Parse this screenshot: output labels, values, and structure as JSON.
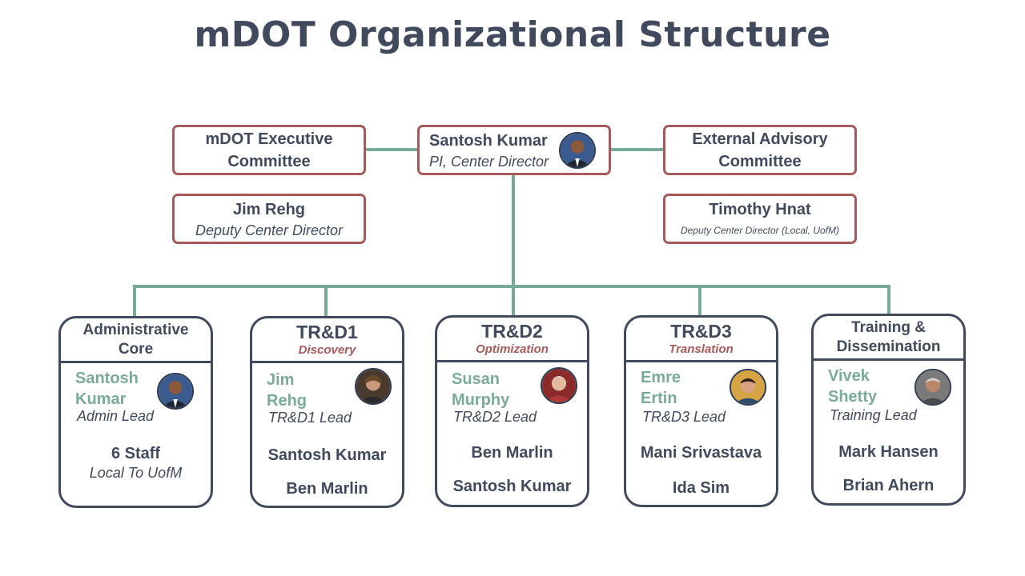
{
  "title": "mDOT Organizational Structure",
  "colors": {
    "text": "#414a5c",
    "box_border": "#a65a5a",
    "connector": "#78aa98",
    "lead_name": "#7aab97",
    "subtitle": "#a65a5a"
  },
  "top": {
    "executive": {
      "line1": "mDOT Executive",
      "line2": "Committee"
    },
    "director": {
      "name": "Santosh Kumar",
      "role": "PI, Center Director",
      "icon": "person-photo-icon"
    },
    "advisory": {
      "line1": "External Advisory",
      "line2": "Committee"
    },
    "deputy_left": {
      "name": "Jim Rehg",
      "role": "Deputy Center Director"
    },
    "deputy_right": {
      "name": "Timothy Hnat",
      "role": "Deputy Center Director (Local, UofM)"
    }
  },
  "teams": [
    {
      "title_line1": "Administrative",
      "title_line2": "Core",
      "subtitle": "",
      "lead_line1": "Santosh",
      "lead_line2": "Kumar",
      "lead_role": "Admin Lead",
      "member1": "6 Staff",
      "note": "Local To UofM",
      "member2": ""
    },
    {
      "title_line1": "TR&D1",
      "title_line2": "",
      "subtitle": "Discovery",
      "lead_line1": "Jim",
      "lead_line2": "Rehg",
      "lead_role": "TR&D1 Lead",
      "member1": "Santosh Kumar",
      "note": "",
      "member2": "Ben Marlin"
    },
    {
      "title_line1": "TR&D2",
      "title_line2": "",
      "subtitle": "Optimization",
      "lead_line1": "Susan",
      "lead_line2": "Murphy",
      "lead_role": "TR&D2 Lead",
      "member1": "Ben Marlin",
      "note": "",
      "member2": "Santosh Kumar"
    },
    {
      "title_line1": "TR&D3",
      "title_line2": "",
      "subtitle": "Translation",
      "lead_line1": "Emre",
      "lead_line2": "Ertin",
      "lead_role": "TR&D3 Lead",
      "member1": "Mani Srivastava",
      "note": "",
      "member2": "Ida Sim"
    },
    {
      "title_line1": "Training &",
      "title_line2": "Dissemination",
      "subtitle": "",
      "lead_line1": "Vivek",
      "lead_line2": "Shetty",
      "lead_role": "Training Lead",
      "member1": "Mark Hansen",
      "note": "",
      "member2": "Brian Ahern"
    }
  ]
}
